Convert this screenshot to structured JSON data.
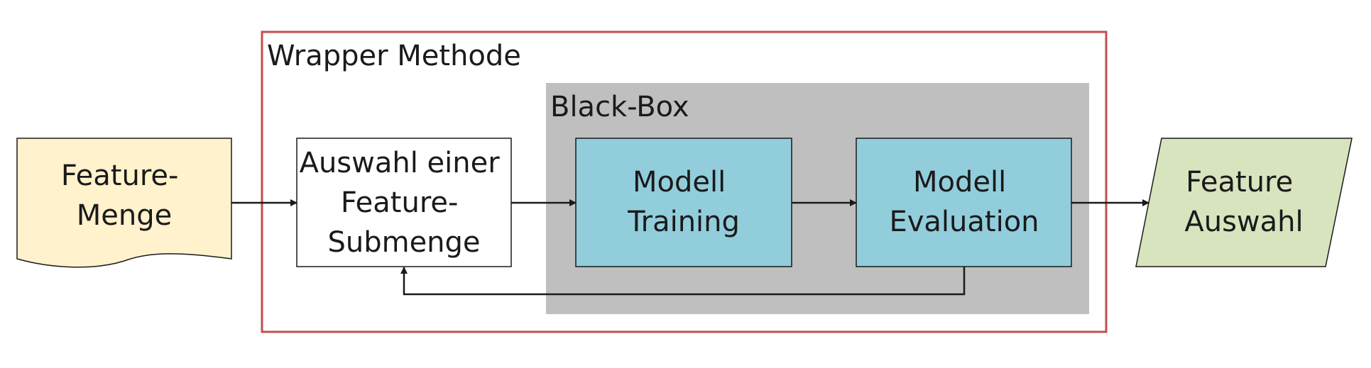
{
  "colors": {
    "frame_border": "#c0504d",
    "blackbox_fill": "#bfbfbf",
    "input_fill": "#fff2cc",
    "model_fill": "#92cddc",
    "output_fill": "#d7e4bd",
    "white_fill": "#ffffff",
    "stroke": "#1a1a1a"
  },
  "wrapper": {
    "label": "Wrapper Methode"
  },
  "blackbox": {
    "label": "Black-Box"
  },
  "nodes": {
    "input": {
      "line1": "Feature-",
      "line2": "Menge"
    },
    "selection": {
      "line1": "Auswahl einer",
      "line2": "Feature-",
      "line3": "Submenge"
    },
    "training": {
      "line1": "Modell",
      "line2": "Training"
    },
    "evaluation": {
      "line1": "Modell",
      "line2": "Evaluation"
    },
    "output": {
      "line1": "Feature",
      "line2": "Auswahl"
    }
  }
}
